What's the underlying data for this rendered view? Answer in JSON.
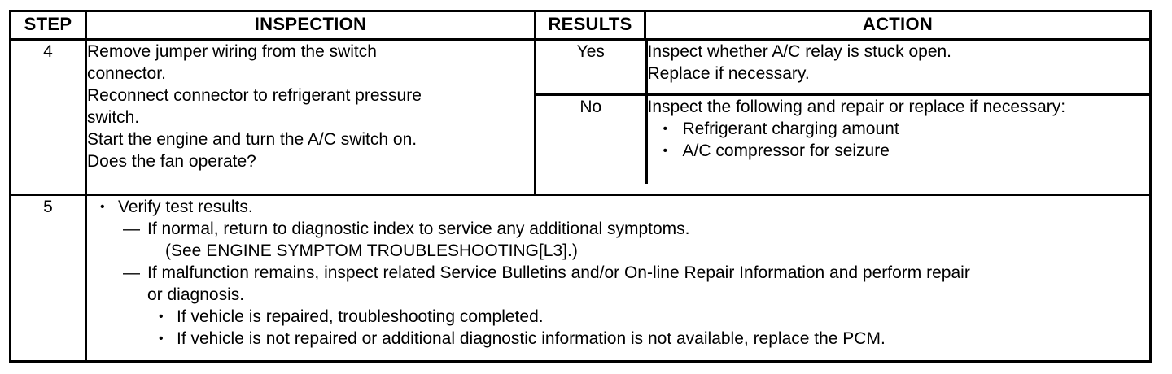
{
  "document": {
    "type": "troubleshooting-table",
    "title": "Troubleshooting Procedure Table"
  },
  "table": {
    "columns": [
      {
        "key": "step",
        "label": "STEP"
      },
      {
        "key": "inspection",
        "label": "INSPECTION"
      },
      {
        "key": "results",
        "label": "RESULTS"
      },
      {
        "key": "action",
        "label": "ACTION"
      }
    ],
    "rows": [
      {
        "step": "4",
        "inspection_lines": [
          "Remove jumper wiring from the switch",
          "connector.",
          "Reconnect connector to refrigerant pressure",
          "switch.",
          "Start the engine and turn the A/C switch on.",
          "Does the fan operate?"
        ],
        "branches": [
          {
            "result": "Yes",
            "action_lines": [
              "Inspect whether A/C relay is stuck open.",
              "Replace if necessary."
            ],
            "action_bullets": []
          },
          {
            "result": "No",
            "action_lines": [
              "Inspect the following and repair or replace if necessary:"
            ],
            "action_bullets": [
              "Refrigerant charging amount",
              "A/C compressor for seizure"
            ]
          }
        ]
      },
      {
        "step": "5",
        "items": [
          {
            "level": 1,
            "marker": "bullet",
            "text": "Verify test results."
          },
          {
            "level": 2,
            "marker": "dash",
            "text": "If normal, return to diagnostic index to service any additional symptoms."
          },
          {
            "level": 2,
            "marker": "none",
            "text": "(See ENGINE SYMPTOM TROUBLESHOOTING[L3].)"
          },
          {
            "level": 2,
            "marker": "dash",
            "text": "If malfunction remains, inspect related Service Bulletins and/or On-line Repair Information and perform repair"
          },
          {
            "level": 2,
            "marker": "none",
            "text": "or diagnosis."
          },
          {
            "level": 3,
            "marker": "bullet",
            "text": "If vehicle is repaired, troubleshooting completed."
          },
          {
            "level": 3,
            "marker": "bullet",
            "text": "If vehicle is not repaired or additional diagnostic information is not available, replace the PCM."
          }
        ]
      }
    ]
  },
  "markers": {
    "bullet": "•",
    "dash": "—"
  },
  "colors": {
    "ink": "#000000",
    "paper": "#ffffff"
  }
}
